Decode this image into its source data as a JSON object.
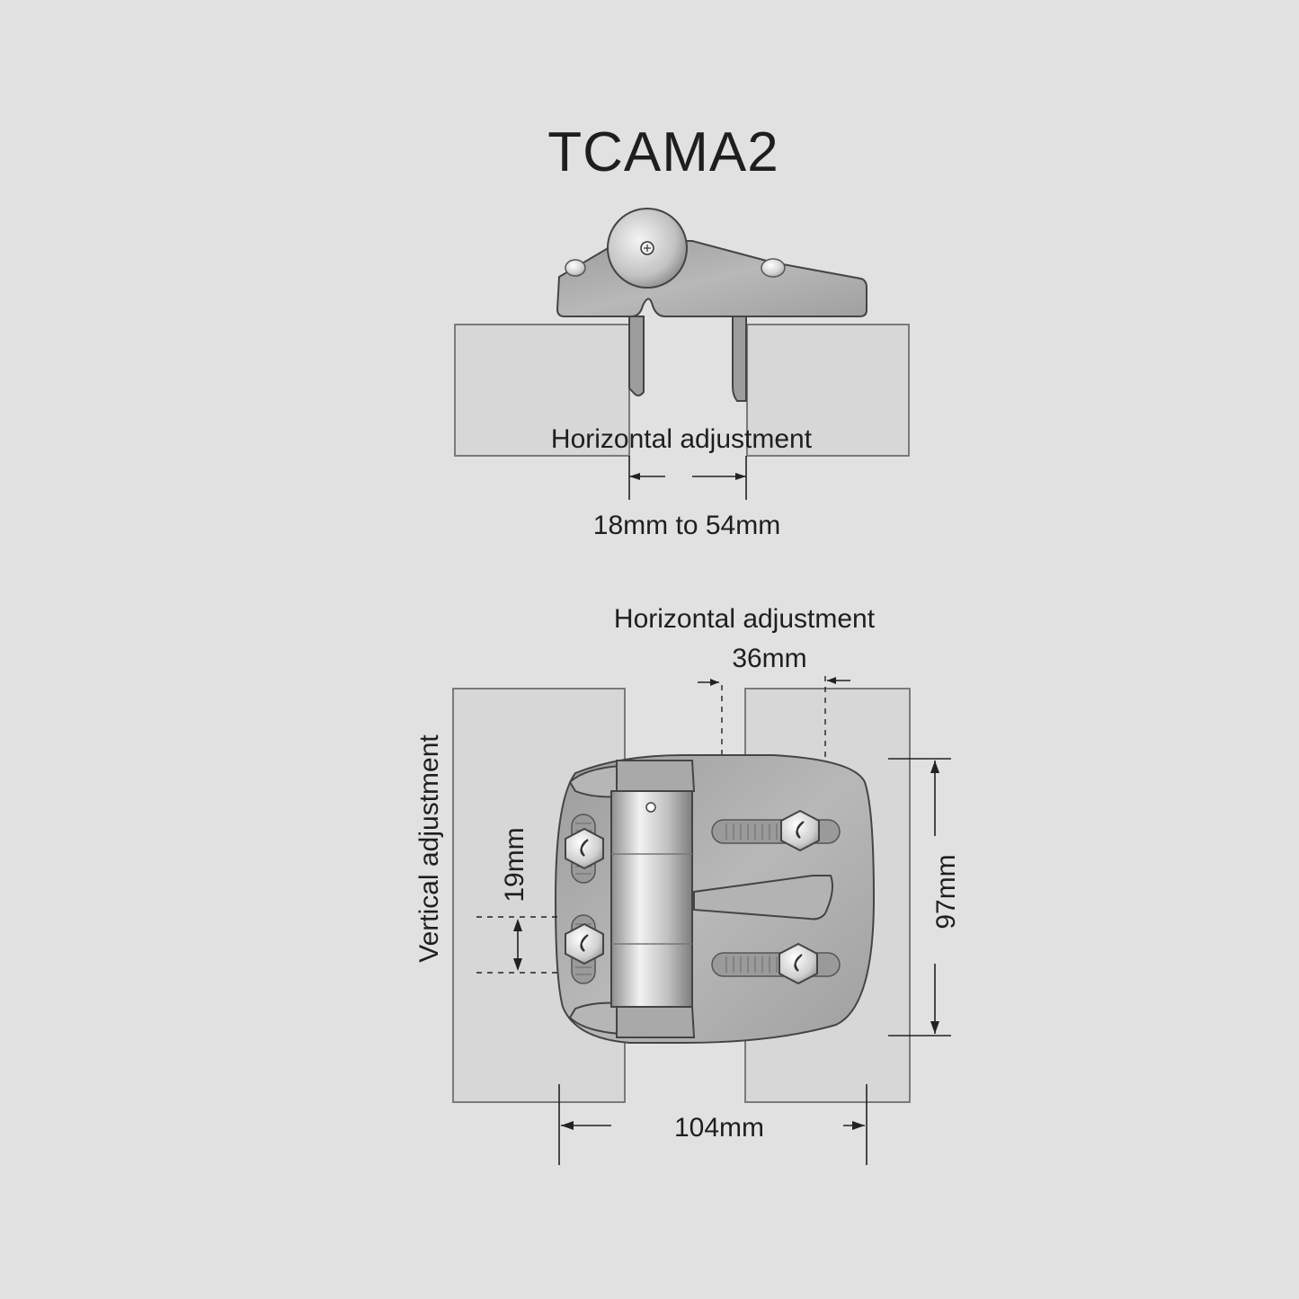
{
  "title": "TCAMA2",
  "top_view": {
    "label": "Horizontal adjustment",
    "range": "18mm to 54mm"
  },
  "front_view": {
    "horizontal_label": "Horizontal adjustment",
    "horizontal_value": "36mm",
    "vertical_label": "Vertical adjustment",
    "vertical_value": "19mm",
    "height": "97mm",
    "width": "104mm"
  }
}
